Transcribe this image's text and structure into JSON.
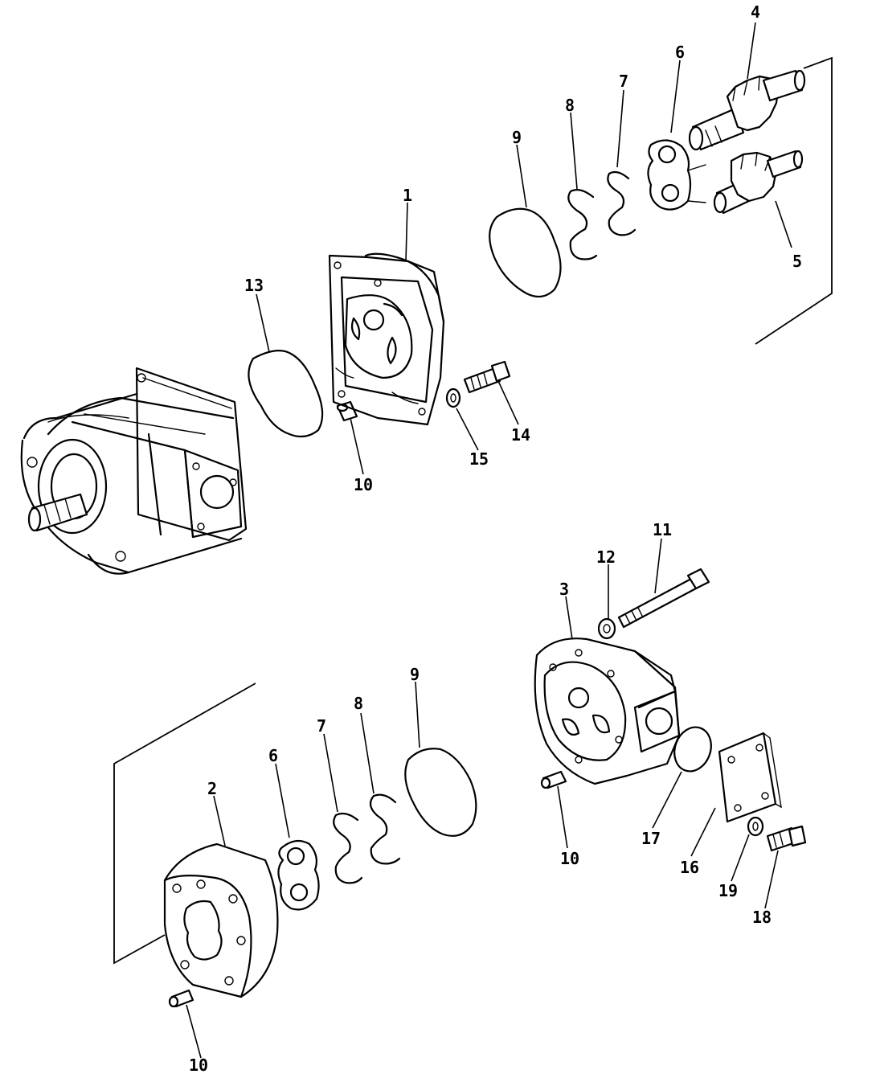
{
  "callouts": [
    {
      "id": "c1",
      "text": "1"
    },
    {
      "id": "c2",
      "text": "2"
    },
    {
      "id": "c3",
      "text": "3"
    },
    {
      "id": "c4",
      "text": "4"
    },
    {
      "id": "c5",
      "text": "5"
    },
    {
      "id": "c6a",
      "text": "6"
    },
    {
      "id": "c6b",
      "text": "6"
    },
    {
      "id": "c7a",
      "text": "7"
    },
    {
      "id": "c7b",
      "text": "7"
    },
    {
      "id": "c8a",
      "text": "8"
    },
    {
      "id": "c8b",
      "text": "8"
    },
    {
      "id": "c9a",
      "text": "9"
    },
    {
      "id": "c9b",
      "text": "9"
    },
    {
      "id": "c10a",
      "text": "10"
    },
    {
      "id": "c10b",
      "text": "10"
    },
    {
      "id": "c10c",
      "text": "10"
    },
    {
      "id": "c11",
      "text": "11"
    },
    {
      "id": "c12",
      "text": "12"
    },
    {
      "id": "c13",
      "text": "13"
    },
    {
      "id": "c14",
      "text": "14"
    },
    {
      "id": "c15",
      "text": "15"
    },
    {
      "id": "c16",
      "text": "16"
    },
    {
      "id": "c17",
      "text": "17"
    },
    {
      "id": "c18",
      "text": "18"
    },
    {
      "id": "c19",
      "text": "19"
    }
  ]
}
